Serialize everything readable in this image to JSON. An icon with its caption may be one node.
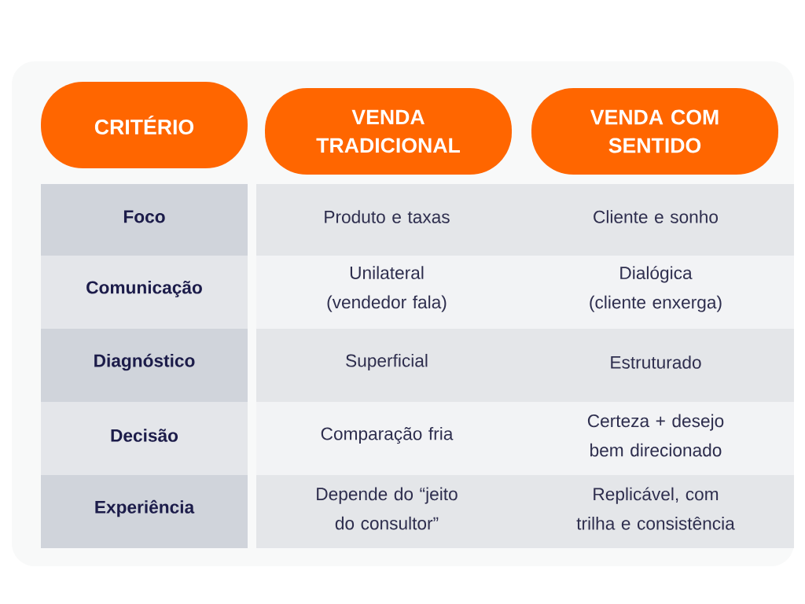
{
  "diagram": {
    "nodes": [
      {
        "text": [
          "CRITÉRIO"
        ]
      },
      {
        "text": [
          "VENDA TRADICIONAL"
        ]
      },
      {
        "text": [
          "VENDA COM SENTIDO"
        ]
      }
    ],
    "labels": [
      "Foco",
      "Produto e taxas",
      "Cliente e sonho",
      "Comunicação",
      "Unilateral (vendedor fala)",
      "Dialógica (cliente enxerga)",
      "Diagnóstico",
      "Superficial",
      "Estruturado",
      "Decisão",
      "Comparação fria",
      "Certeza + desejo bem direcionado",
      "Experiência",
      "Depende do “jeito do consultor”",
      "Replicável, com trilha e consistência"
    ]
  }
}
